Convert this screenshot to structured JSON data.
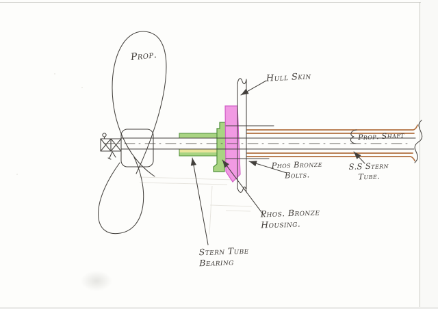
{
  "labels": {
    "prop": "Prop.",
    "hull_skin": "Hull Skin",
    "prop_shaft": "Prop. Shaft",
    "phos_bronze_bolts": "Phos Bronze\nBolts.",
    "ss_stern_tube": "S.S Stern\nTube.",
    "phos_bronze_housing": "Phos. Bronze\nHousing.",
    "stern_tube_bearing": "Stern Tube\nBearing"
  },
  "colors": {
    "ink": "#43403c",
    "pencil": "#e6e4de",
    "bearing_green_fill": "#a9d482",
    "bearing_green_stroke": "#4f8f3a",
    "bearing_yellow_fill": "#eae59c",
    "housing_pink_fill": "#f19ae3",
    "housing_pink_stroke": "#d05fc6",
    "stern_tube_orange": "#b06f3e",
    "paper": "#fdfdfb",
    "scan_edge": "#c6c6c1"
  }
}
